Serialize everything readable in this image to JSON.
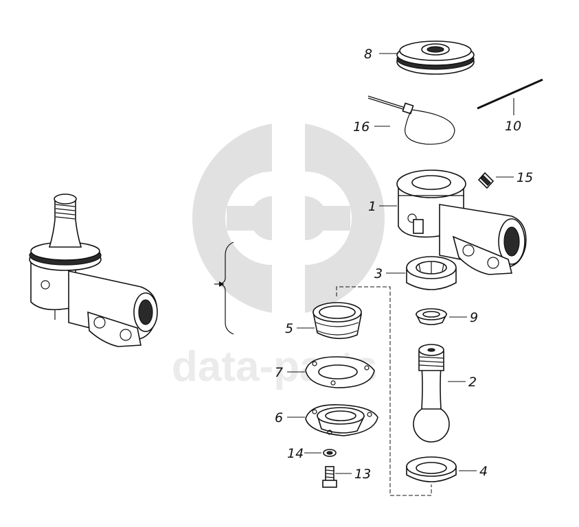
{
  "diagram": {
    "type": "exploded-parts-view",
    "callouts": {
      "p1": "1",
      "p2": "2",
      "p3": "3",
      "p4": "4",
      "p5": "5",
      "p6": "6",
      "p7": "7",
      "p8": "8",
      "p9": "9",
      "p10": "10",
      "p13": "13",
      "p14": "14",
      "p15": "15",
      "p16": "16"
    }
  },
  "watermark": {
    "text": "data-parts",
    "color": "#c8c8c8"
  }
}
